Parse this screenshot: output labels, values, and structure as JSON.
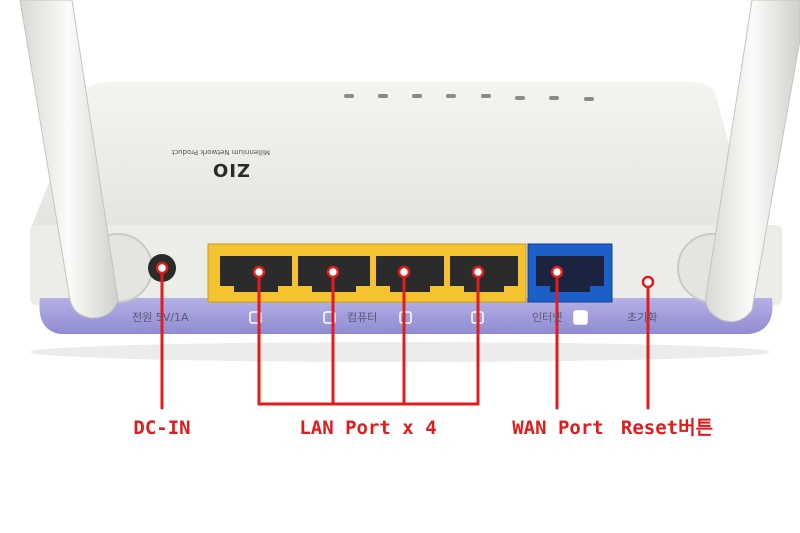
{
  "colors": {
    "callout": "#e01c1c",
    "lan_port": "#f5c330",
    "wan_port": "#1d5fc9",
    "base_band": "#a9a6e0",
    "body": "#eeeeea"
  },
  "callouts": {
    "dc_in": "DC-IN",
    "lan_ports": "LAN Port x 4",
    "wan_port": "WAN Port",
    "reset_button": "Reset버튼"
  },
  "device_labels": {
    "power": "전원 5V/1A",
    "computer": "컴퓨터",
    "internet": "인터넷",
    "reset": "초기화"
  },
  "branding": {
    "logo": "ZIO",
    "tagline": "Millennium Network Product"
  },
  "icons": [
    "router-antenna-left",
    "router-antenna-right",
    "dc-jack",
    "lan-port",
    "wan-port",
    "reset-pinhole",
    "status-led"
  ]
}
